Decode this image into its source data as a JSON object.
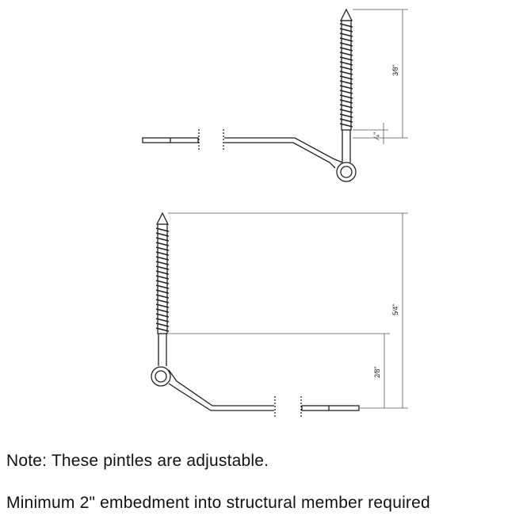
{
  "drawing": {
    "top_hardware": {
      "dimensions": {
        "screw_length": "3⁄8\"",
        "offset": "⁄₄\""
      }
    },
    "bottom_hardware": {
      "dimensions": {
        "overall_length": "5⁄4\"",
        "lower_offset": "2⁄8\""
      }
    }
  },
  "notes": {
    "line1": "Note: These pintles are adjustable.",
    "line2": "Minimum 2\" embedment into structural member required"
  }
}
